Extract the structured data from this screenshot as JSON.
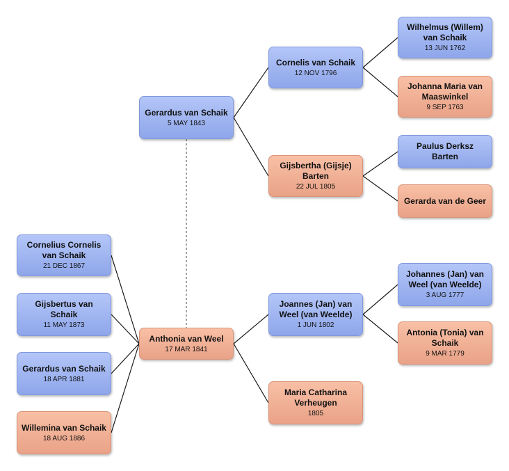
{
  "people": {
    "gerardus_1843": {
      "name": "Gerardus van Schaik",
      "date": "5 MAY 1843",
      "sex": "male"
    },
    "cornelis": {
      "name": "Cornelis van Schaik",
      "date": "12 NOV 1796",
      "sex": "male"
    },
    "wilhelmus": {
      "name": "Wilhelmus (Willem) van Schaik",
      "date": "13 JUN 1762",
      "sex": "male"
    },
    "johanna": {
      "name": "Johanna Maria van Maaswinkel",
      "date": "9 SEP 1763",
      "sex": "female"
    },
    "gijsbertha": {
      "name": "Gijsbertha (Gijsje) Barten",
      "date": "22 JUL 1805",
      "sex": "female"
    },
    "paulus": {
      "name": "Paulus Derksz Barten",
      "date": "",
      "sex": "male"
    },
    "gerarda": {
      "name": "Gerarda van de Geer",
      "date": "",
      "sex": "female"
    },
    "anthonia": {
      "name": "Anthonia van Weel",
      "date": "17 MAR 1841",
      "sex": "female"
    },
    "joannes": {
      "name": "Joannes (Jan) van Weel (van Weelde)",
      "date": "1 JUN 1802",
      "sex": "male"
    },
    "johannes": {
      "name": "Johannes (Jan) van Weel (van Weelde)",
      "date": "3 AUG 1777",
      "sex": "male"
    },
    "antonia": {
      "name": "Antonia (Tonia) van Schaik",
      "date": "9 MAR 1779",
      "sex": "female"
    },
    "maria": {
      "name": "Maria Catharina Verheugen",
      "date": "1805",
      "sex": "female"
    },
    "cornelius": {
      "name": "Cornelius Cornelis van Schaik",
      "date": "21 DEC 1867",
      "sex": "male"
    },
    "gijsbertus": {
      "name": "Gijsbertus van Schaik",
      "date": "11 MAY 1873",
      "sex": "male"
    },
    "gerardus_1881": {
      "name": "Gerardus van Schaik",
      "date": "18 APR 1881",
      "sex": "male"
    },
    "willemina": {
      "name": "Willemina van Schaik",
      "date": "18 AUG 1886",
      "sex": "female"
    }
  },
  "parent_links": [
    [
      "gerardus_1843",
      "cornelis"
    ],
    [
      "gerardus_1843",
      "gijsbertha"
    ],
    [
      "cornelis",
      "wilhelmus"
    ],
    [
      "cornelis",
      "johanna"
    ],
    [
      "gijsbertha",
      "paulus"
    ],
    [
      "gijsbertha",
      "gerarda"
    ],
    [
      "anthonia",
      "joannes"
    ],
    [
      "anthonia",
      "maria"
    ],
    [
      "joannes",
      "johannes"
    ],
    [
      "joannes",
      "antonia"
    ]
  ],
  "child_links": [
    "cornelius",
    "gijsbertus",
    "gerardus_1881",
    "willemina"
  ],
  "spouse_links": [
    [
      "gerardus_1843",
      "anthonia"
    ]
  ],
  "colors": {
    "line": "#1a1a1a",
    "spouse_line": "#666666"
  }
}
